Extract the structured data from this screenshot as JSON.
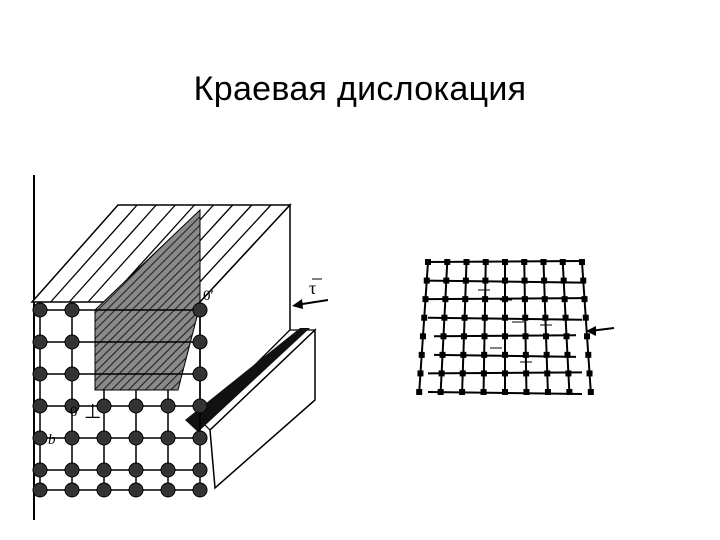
{
  "slide": {
    "title": "Краевая дислокация"
  },
  "figure_3d": {
    "label_origin": "0",
    "label_origin_prime": "0′",
    "label_burgers": "b",
    "label_stress": "τ",
    "dislocation_symbol": "⊥"
  },
  "figure_2d": {
    "grid_lattice": true
  }
}
